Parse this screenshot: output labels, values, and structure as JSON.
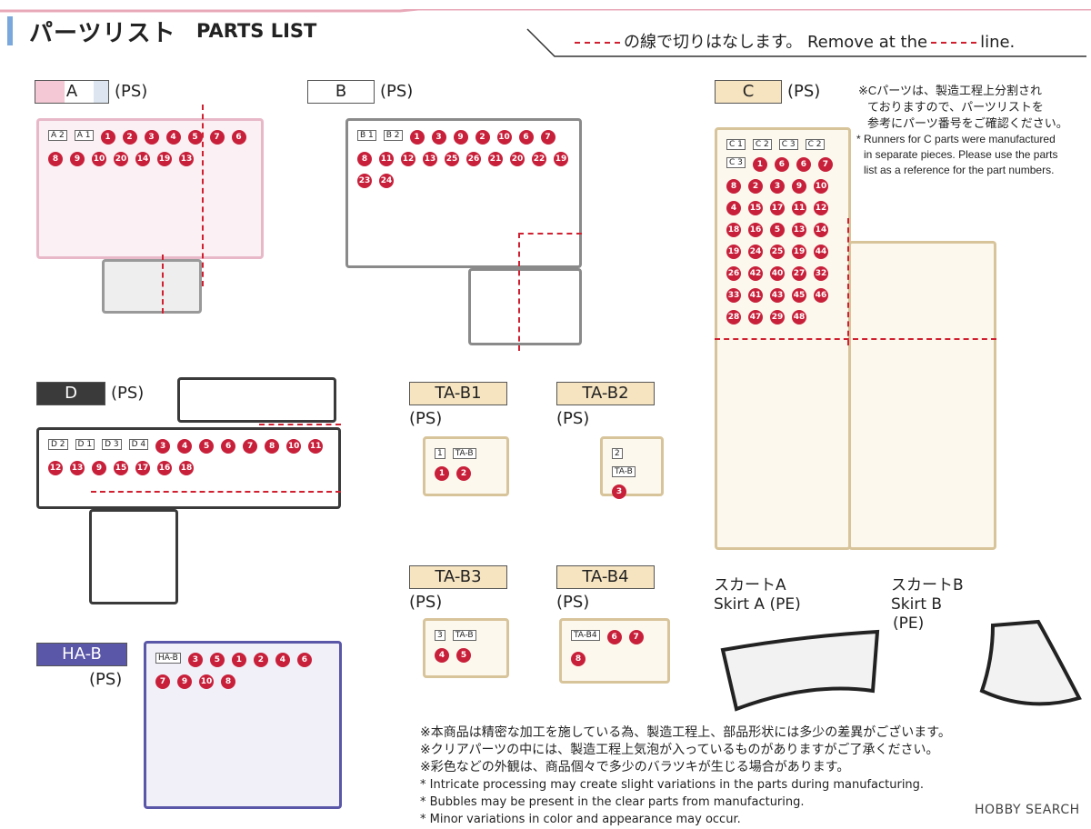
{
  "header": {
    "title_jp": "パーツリスト",
    "title_en": "PARTS LIST",
    "remove_jp": "の線で切りはなします。",
    "remove_en": "Remove at the",
    "remove_end": "line."
  },
  "colors": {
    "accent_blue": "#7aa8dc",
    "cut_line": "#d02030",
    "part_number": "#c8203a",
    "runner_A": "#e8b8c8",
    "runner_B": "#8a8a8a",
    "runner_C": "#d8c49a",
    "runner_D": "#3a3a3a",
    "runner_HA": "#5a56a8",
    "runner_TA": "#d8c49a"
  },
  "runners": {
    "A": {
      "label": "A",
      "material": "(PS)",
      "tags": [
        "A 2",
        "A 1"
      ],
      "parts": [
        "1",
        "2",
        "3",
        "4",
        "5",
        "7",
        "6",
        "8",
        "9",
        "10",
        "20",
        "14",
        "19",
        "13"
      ]
    },
    "B": {
      "label": "B",
      "material": "(PS)",
      "tags": [
        "B 1",
        "B 2"
      ],
      "parts": [
        "1",
        "3",
        "9",
        "2",
        "10",
        "6",
        "7",
        "8",
        "11",
        "12",
        "13",
        "25",
        "26",
        "21",
        "20",
        "22",
        "19",
        "23",
        "24"
      ]
    },
    "C": {
      "label": "C",
      "material": "(PS)",
      "tags": [
        "C 1",
        "C 2",
        "C 3",
        "C 2",
        "C 3"
      ],
      "parts": [
        "1",
        "6",
        "6",
        "7",
        "8",
        "2",
        "3",
        "9",
        "10",
        "4",
        "15",
        "17",
        "11",
        "12",
        "18",
        "16",
        "5",
        "13",
        "14",
        "19",
        "24",
        "25",
        "19",
        "44",
        "26",
        "42",
        "40",
        "27",
        "32",
        "33",
        "41",
        "43",
        "45",
        "46",
        "28",
        "47",
        "29",
        "48"
      ]
    },
    "D": {
      "label": "D",
      "material": "(PS)",
      "tags": [
        "D 2",
        "D 1",
        "D 3",
        "D 4"
      ],
      "parts": [
        "3",
        "4",
        "5",
        "6",
        "7",
        "8",
        "10",
        "11",
        "12",
        "13",
        "9",
        "15",
        "17",
        "16",
        "18"
      ]
    },
    "TAB1": {
      "label": "TA-B1",
      "material": "(PS)",
      "tags": [
        "1",
        "TA-B"
      ],
      "parts": [
        "1",
        "2"
      ]
    },
    "TAB2": {
      "label": "TA-B2",
      "material": "(PS)",
      "tags": [
        "2",
        "TA-B"
      ],
      "parts": [
        "3"
      ]
    },
    "TAB3": {
      "label": "TA-B3",
      "material": "(PS)",
      "tags": [
        "3",
        "TA-B"
      ],
      "parts": [
        "4",
        "5"
      ]
    },
    "TAB4": {
      "label": "TA-B4",
      "material": "(PS)",
      "tags": [
        "TA-B4"
      ],
      "parts": [
        "6",
        "7",
        "8"
      ]
    },
    "HAB": {
      "label": "HA-B",
      "material": "(PS)",
      "tags": [
        "HA-B"
      ],
      "parts": [
        "3",
        "5",
        "1",
        "2",
        "4",
        "6",
        "7",
        "9",
        "10",
        "8"
      ]
    }
  },
  "c_note": {
    "jp": [
      "※Cパーツは、製造工程上分割され",
      "ておりますので、パーツリストを",
      "参考にパーツ番号をご確認ください。"
    ],
    "en": [
      "* Runners for C parts were manufactured",
      "in separate pieces. Please use the parts",
      "list as a reference for the part numbers."
    ]
  },
  "skirts": {
    "a": {
      "jp": "スカートA",
      "en": "Skirt A (PE)"
    },
    "b": {
      "jp": "スカートB",
      "en": "Skirt B",
      "material": "(PE)"
    }
  },
  "notes": {
    "jp": [
      "※本商品は精密な加工を施している為、製造工程上、部品形状には多少の差異がございます。",
      "※クリアパーツの中には、製造工程上気泡が入っているものがありますがご了承ください。",
      "※彩色などの外観は、商品個々で多少のバラツキが生じる場合があります。"
    ],
    "en": [
      "* Intricate processing may create slight variations in the parts during manufacturing.",
      "* Bubbles may be present in the clear parts from manufacturing.",
      "* Minor variations in color and appearance may occur."
    ]
  },
  "watermark": "HOBBY SEARCH"
}
